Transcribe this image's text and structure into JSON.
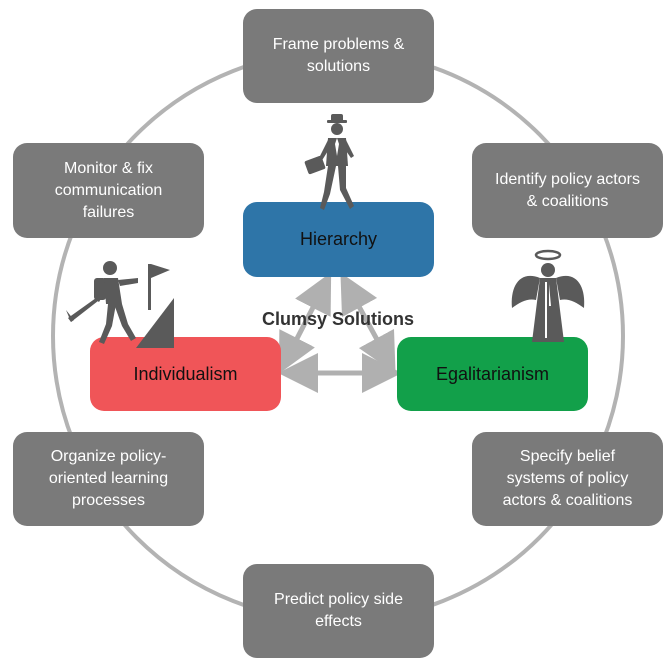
{
  "center_title": "Clumsy Solutions",
  "cultures": {
    "hierarchy": "Hierarchy",
    "individualism": "Individualism",
    "egalitarianism": "Egalitarianism"
  },
  "steps": [
    "Frame problems &\nsolutions",
    "Identify policy actors\n& coalitions",
    "Specify belief\nsystems of policy\nactors & coalitions",
    "Predict policy side\neffects",
    "Organize policy-\noriented learning\nprocesses",
    "Monitor & fix\ncommunication\nfailures"
  ],
  "colors": {
    "step_box": "#7a7a7a",
    "ring": "#b3b3b3",
    "hierarchy": "#2e75a8",
    "individualism": "#f05558",
    "egalitarianism": "#12a04a",
    "arrows": "#b0b0b0"
  },
  "icons": [
    "businessman-icon",
    "hiker-flag-icon",
    "angel-icon"
  ]
}
